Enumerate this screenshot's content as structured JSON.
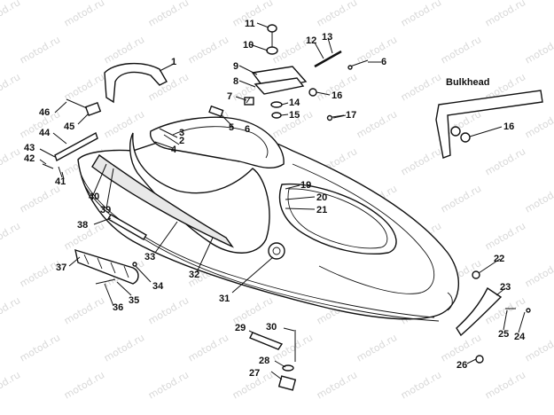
{
  "watermark": "motod.ru",
  "inset_label": "Bulkhead",
  "callouts": [
    {
      "id": "c1",
      "text": "1"
    },
    {
      "id": "c2",
      "text": "2"
    },
    {
      "id": "c3",
      "text": "3"
    },
    {
      "id": "c4",
      "text": "4"
    },
    {
      "id": "c5",
      "text": "5"
    },
    {
      "id": "c6a",
      "text": "6"
    },
    {
      "id": "c6b",
      "text": "6"
    },
    {
      "id": "c7",
      "text": "7"
    },
    {
      "id": "c8",
      "text": "8"
    },
    {
      "id": "c9",
      "text": "9"
    },
    {
      "id": "c10",
      "text": "10"
    },
    {
      "id": "c11",
      "text": "11"
    },
    {
      "id": "c12",
      "text": "12"
    },
    {
      "id": "c13",
      "text": "13"
    },
    {
      "id": "c14",
      "text": "14"
    },
    {
      "id": "c15",
      "text": "15"
    },
    {
      "id": "c16a",
      "text": "16"
    },
    {
      "id": "c16b",
      "text": "16"
    },
    {
      "id": "c17",
      "text": "17"
    },
    {
      "id": "c19",
      "text": "19"
    },
    {
      "id": "c20",
      "text": "20"
    },
    {
      "id": "c21",
      "text": "21"
    },
    {
      "id": "c22",
      "text": "22"
    },
    {
      "id": "c23",
      "text": "23"
    },
    {
      "id": "c24",
      "text": "24"
    },
    {
      "id": "c25",
      "text": "25"
    },
    {
      "id": "c26",
      "text": "26"
    },
    {
      "id": "c27",
      "text": "27"
    },
    {
      "id": "c28",
      "text": "28"
    },
    {
      "id": "c29",
      "text": "29"
    },
    {
      "id": "c30",
      "text": "30"
    },
    {
      "id": "c31",
      "text": "31"
    },
    {
      "id": "c32",
      "text": "32"
    },
    {
      "id": "c33",
      "text": "33"
    },
    {
      "id": "c34",
      "text": "34"
    },
    {
      "id": "c35",
      "text": "35"
    },
    {
      "id": "c36",
      "text": "36"
    },
    {
      "id": "c37",
      "text": "37"
    },
    {
      "id": "c38",
      "text": "38"
    },
    {
      "id": "c39",
      "text": "39"
    },
    {
      "id": "c40",
      "text": "40"
    },
    {
      "id": "c41",
      "text": "41"
    },
    {
      "id": "c42",
      "text": "42"
    },
    {
      "id": "c43",
      "text": "43"
    },
    {
      "id": "c44",
      "text": "44"
    },
    {
      "id": "c45",
      "text": "45"
    },
    {
      "id": "c46",
      "text": "46"
    }
  ]
}
